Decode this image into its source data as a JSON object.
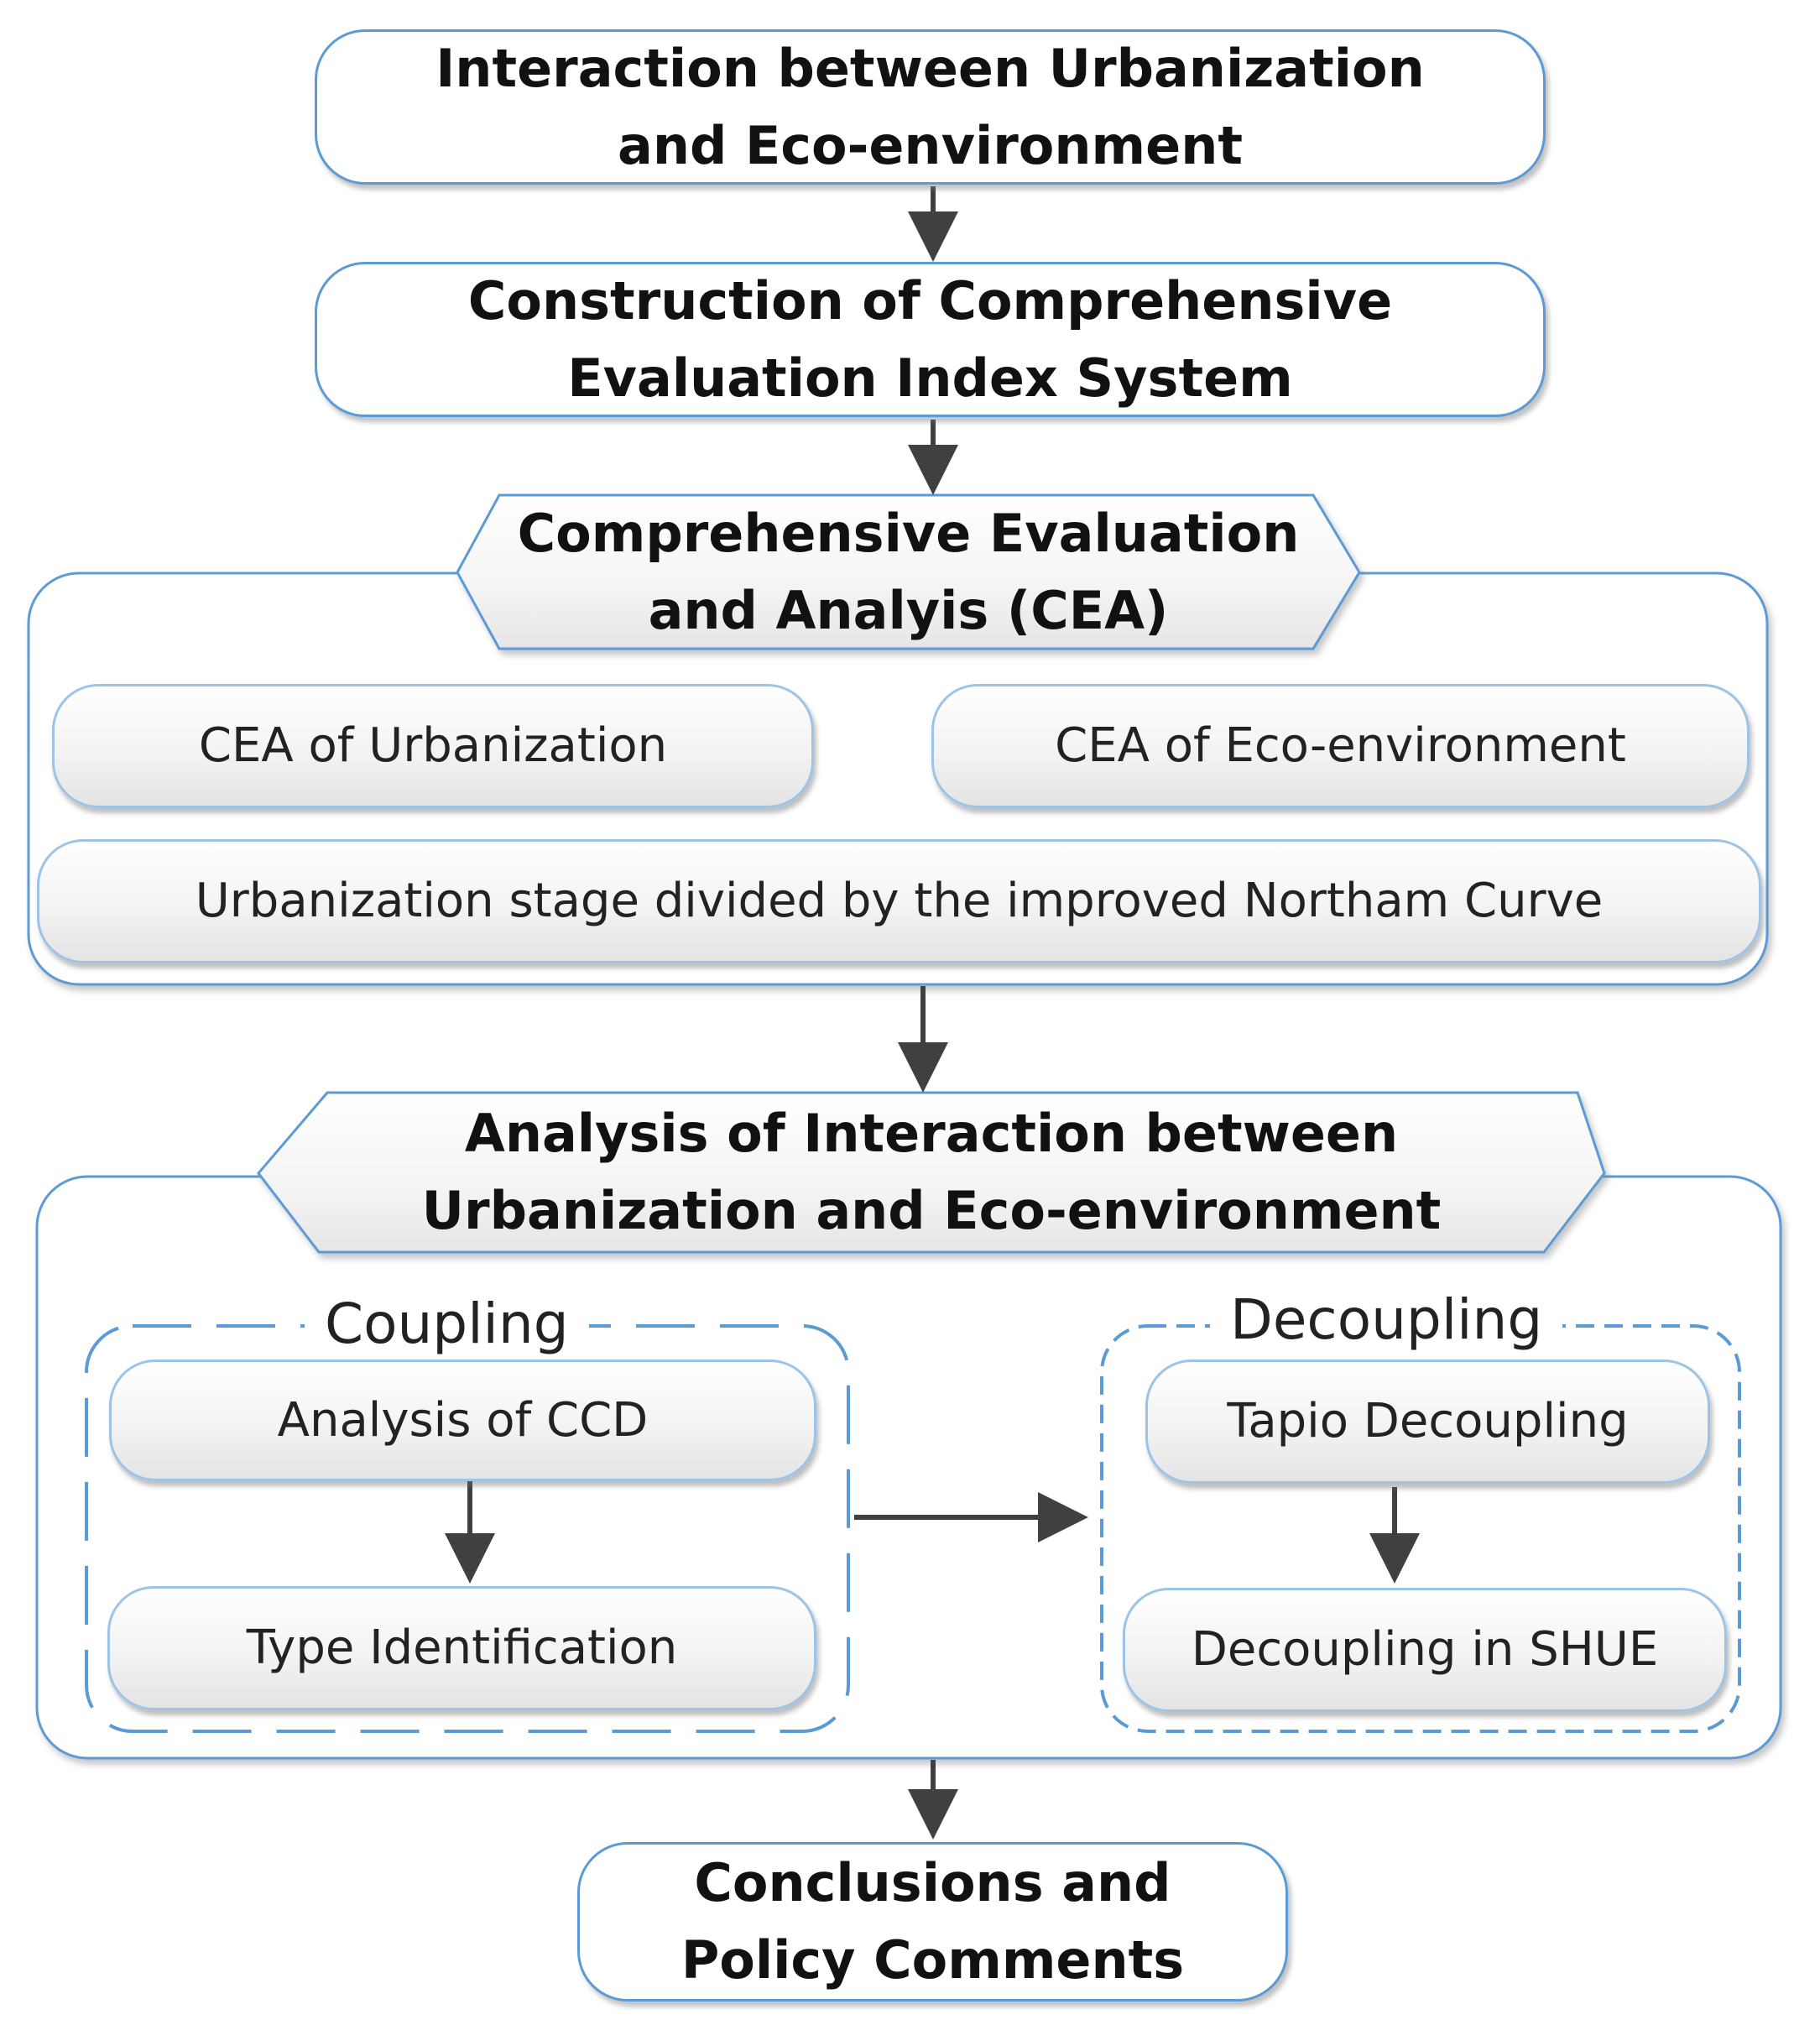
{
  "diagram": {
    "steps": {
      "interaction": [
        "Interaction between Urbanization",
        "and Eco-environment"
      ],
      "construction": [
        "Construction of Comprehensive",
        "Evaluation Index System"
      ],
      "cea_title": [
        "Comprehensive Evaluation",
        "and Analyis (CEA)"
      ],
      "cea_urbanization": "CEA of Urbanization",
      "cea_eco": "CEA of Eco-environment",
      "urbanization_stage": "Urbanization stage divided by the improved Northam Curve",
      "analysis_title": [
        "Analysis of Interaction between",
        "Urbanization and Eco-environment"
      ],
      "coupling_label": "Coupling",
      "analysis_ccd": "Analysis of CCD",
      "type_identification": "Type Identification",
      "decoupling_label": "Decoupling",
      "tapio": "Tapio Decoupling",
      "shue": "Decoupling in SHUE",
      "conclusions": [
        "Conclusions and",
        "Policy Comments"
      ]
    },
    "colors": {
      "border_blue": "#5b9bd5",
      "light_blue": "#9dc3e6",
      "arrow": "#404040"
    }
  }
}
